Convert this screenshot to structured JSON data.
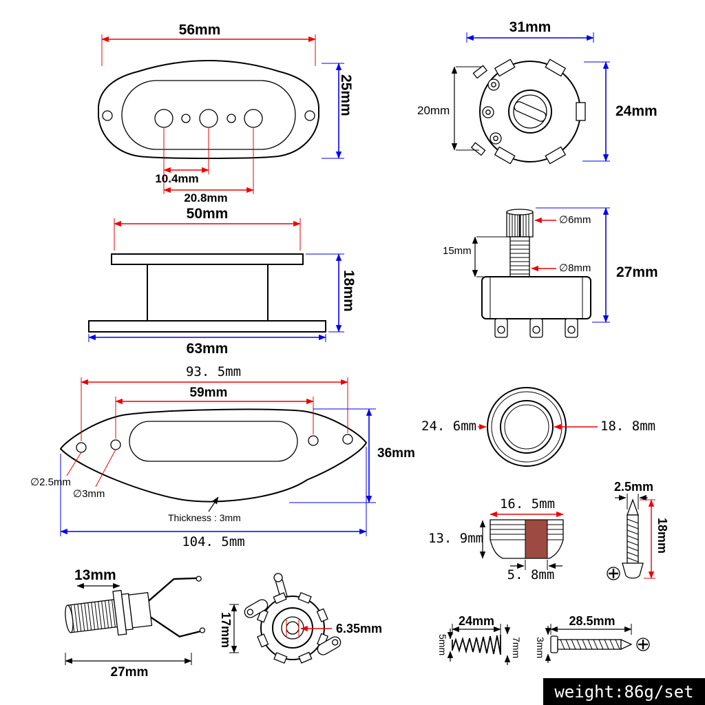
{
  "colors": {
    "dimension_red": "#ee0000",
    "dimension_blue": "#0000ee",
    "line_black": "#000000",
    "ferrule_hole_fill": "#9c4a42",
    "banner_background": "#000000",
    "banner_text": "#ffffff"
  },
  "pickup_top": {
    "width": "56mm",
    "height": "25mm",
    "pole_spacing": "10.4mm",
    "pole_span": "20.8mm"
  },
  "tuner": {
    "width": "31mm",
    "left_height": "20mm",
    "height": "24mm"
  },
  "pickup_side": {
    "top_width": "50mm",
    "height": "18mm",
    "base_width": "63mm"
  },
  "potentiometer": {
    "shaft_diameter": "∅6mm",
    "thread_length": "15mm",
    "thread_diameter": "∅8mm",
    "height": "27mm"
  },
  "control_plate": {
    "outer_hole_span": "93. 5mm",
    "inner_hole_span": "59mm",
    "width": "36mm",
    "small_hole_diameter": "∅2.5mm",
    "large_hole_diameter": "∅3mm",
    "thickness": "Thickness : 3mm",
    "total_length": "104. 5mm"
  },
  "knob": {
    "outer_diameter": "24. 6mm",
    "inner_diameter": "18. 8mm"
  },
  "ferrule": {
    "top_diameter": "16. 5mm",
    "height": "13. 9mm",
    "hole_diameter": "5. 8mm"
  },
  "small_screw": {
    "diameter": "2.5mm",
    "length": "18mm"
  },
  "output_jack": {
    "diameter": "13mm",
    "length": "27mm"
  },
  "switch": {
    "height": "17mm",
    "hole_diameter": "6.35mm"
  },
  "spring": {
    "length": "24mm",
    "small_end": "5mm",
    "large_end": "7mm"
  },
  "long_screw": {
    "length": "28.5mm",
    "diameter": "3mm"
  },
  "footer": {
    "weight": "weight:86g/set"
  }
}
